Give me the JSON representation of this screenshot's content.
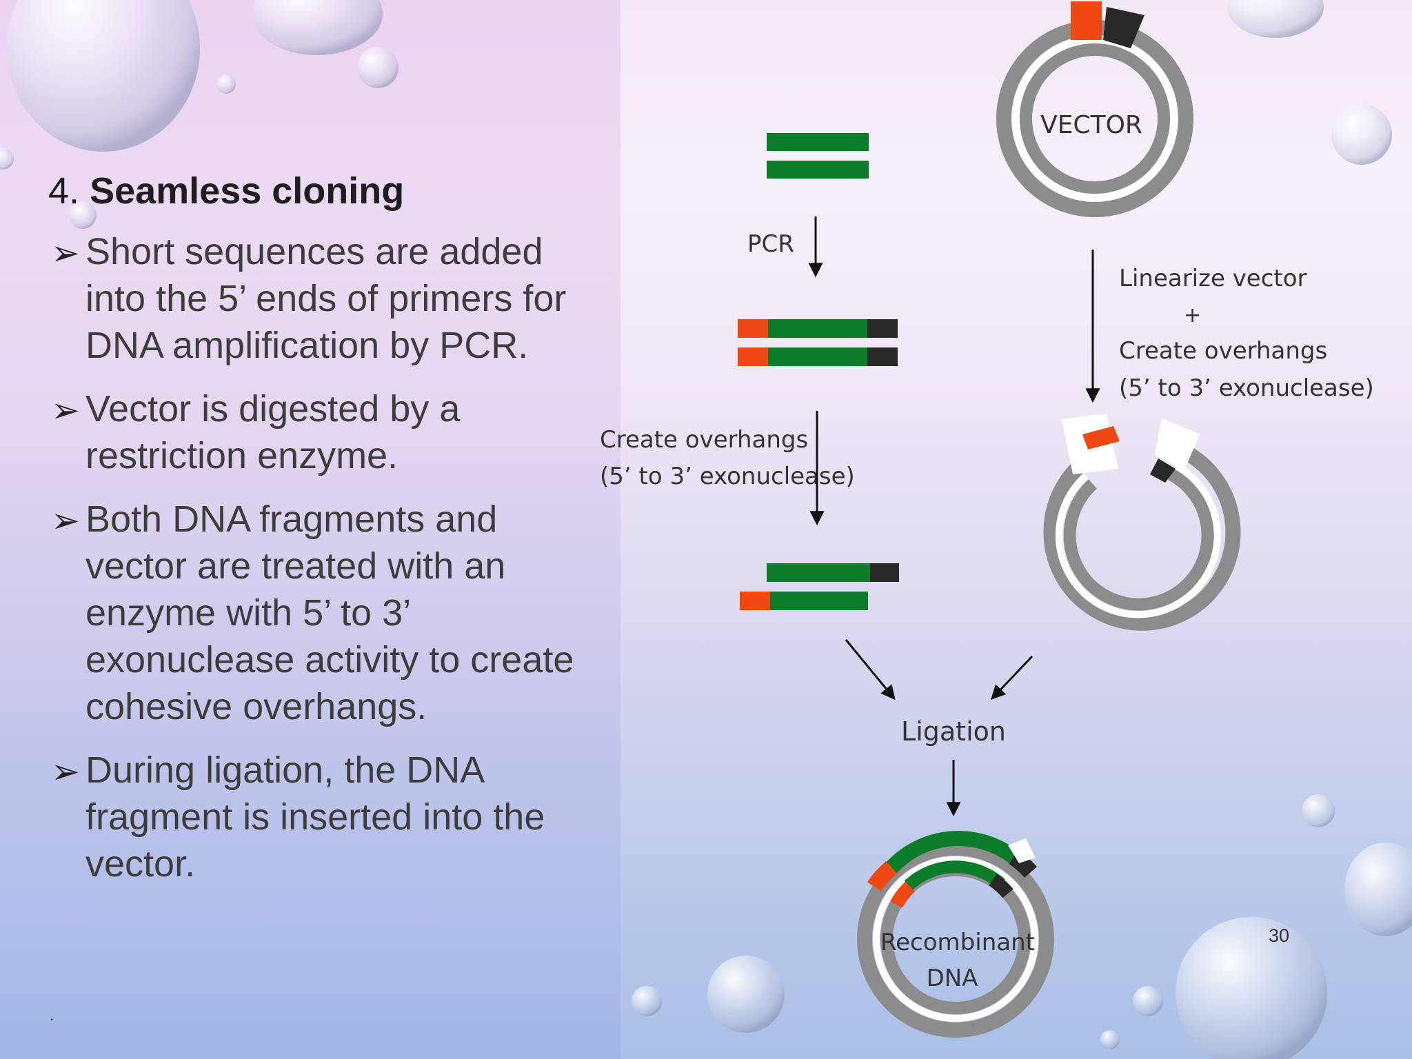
{
  "slide": {
    "heading_number": "4.",
    "heading_title": "Seamless cloning",
    "bullets": [
      "Short sequences are added into the 5’ ends of primers for DNA amplification by PCR.",
      "Vector is digested by a restriction enzyme.",
      "Both DNA fragments and vector are treated with an enzyme with 5’ to 3’ exonuclease activity to create cohesive overhangs.",
      "During ligation, the DNA fragment is inserted into the vector."
    ],
    "page_number": "30",
    "footer_dot": "."
  },
  "diagram": {
    "labels": {
      "vector": "VECTOR",
      "pcr": "PCR",
      "linearize_1": "Linearize vector",
      "linearize_plus": "+",
      "linearize_2": "Create overhangs",
      "linearize_3": "(5’ to 3’ exonuclease)",
      "overhang_1": "Create overhangs",
      "overhang_2": "(5’ to 3’ exonuclease)",
      "ligation": "Ligation",
      "recombinant_1": "Recombinant",
      "recombinant_2": "DNA"
    },
    "colors": {
      "dna_green": "#0b7d2a",
      "overhang_red": "#f04812",
      "overhang_black": "#282828",
      "plasmid_gray": "#8c8c8c"
    }
  }
}
